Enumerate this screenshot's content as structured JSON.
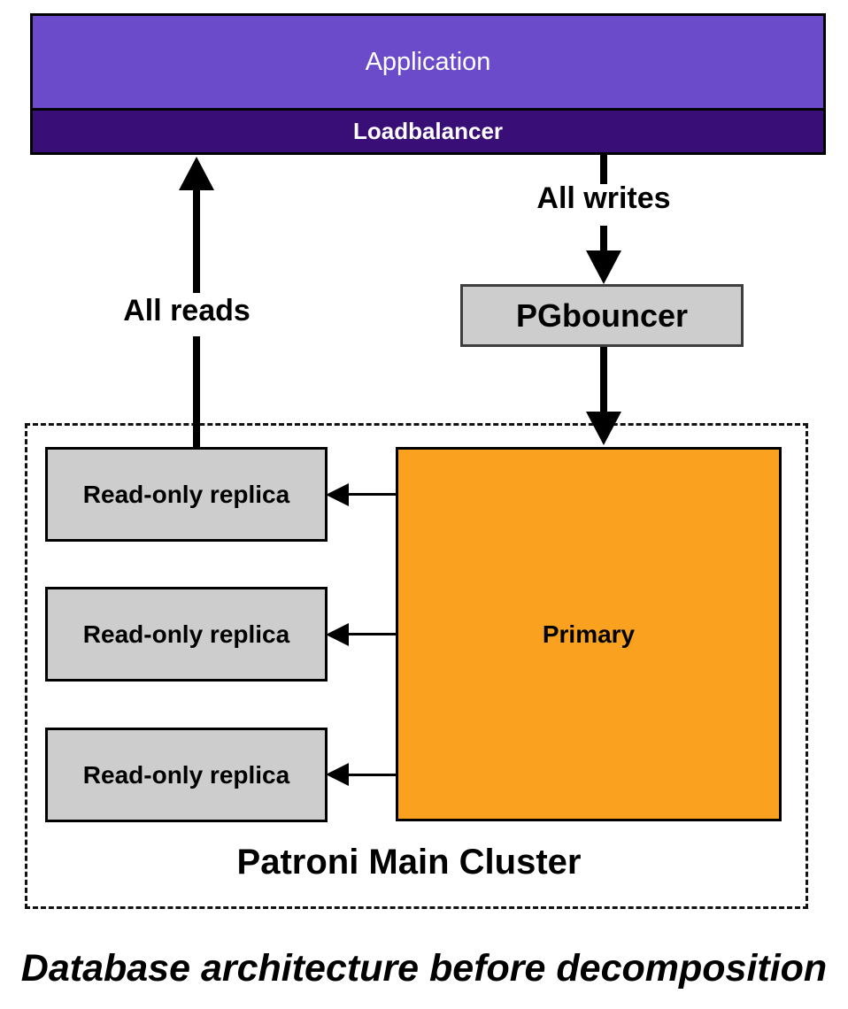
{
  "colors": {
    "application_fill": "#6B4BC9",
    "loadbalancer_fill": "#3A0E77",
    "primary_fill": "#FAA21F",
    "replica_fill": "#CDCDCD",
    "pgbouncer_fill": "#CDCDCD",
    "pgbouncer_border": "#3E3E3E",
    "line_color": "#000000"
  },
  "nodes": {
    "application": "Application",
    "loadbalancer": "Loadbalancer",
    "pgbouncer": "PGbouncer",
    "primary": "Primary",
    "replicas": [
      "Read-only replica",
      "Read-only replica",
      "Read-only replica"
    ],
    "cluster_label": "Patroni Main Cluster"
  },
  "edges": {
    "reads_label": "All reads",
    "writes_label": "All writes"
  },
  "caption": "Database architecture before decomposition"
}
